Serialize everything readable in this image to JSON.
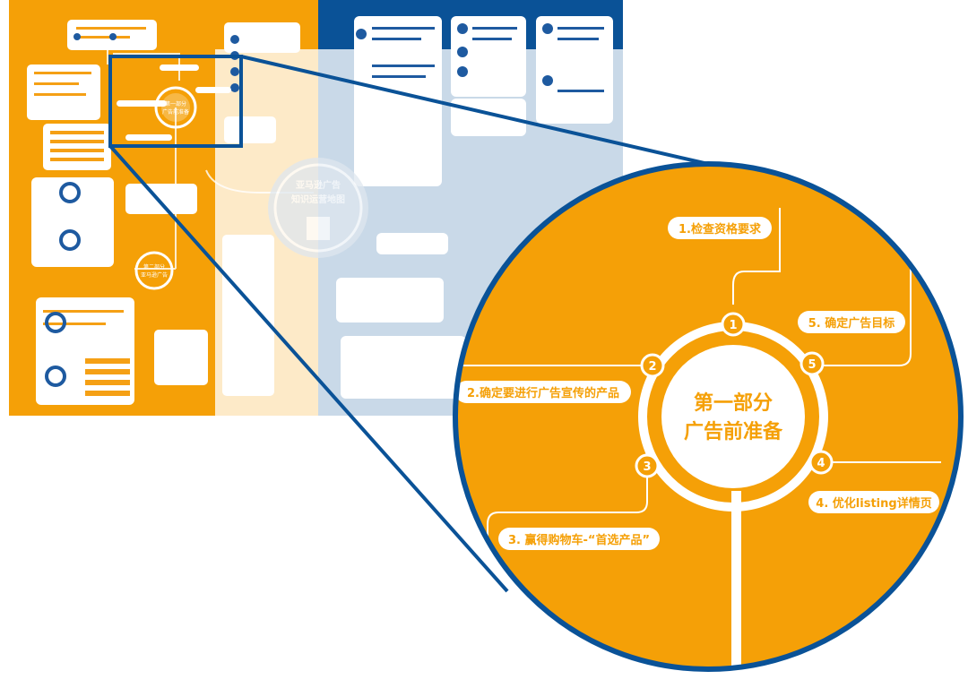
{
  "colors": {
    "orange": "#f5a007",
    "blue": "#0a5297",
    "white": "#ffffff",
    "pale_blue": "#dfe7ef",
    "pale_orange": "#fbe5bd"
  },
  "map": {
    "title_line1": "亚马逊广告",
    "title_line2": "知识运营地图"
  },
  "zoom": {
    "hub_line1": "第一部分",
    "hub_line2": "广告前准备",
    "steps": [
      {
        "num": "1",
        "label": "1.检查资格要求"
      },
      {
        "num": "2",
        "label": "2.确定要进行广告宣传的产品"
      },
      {
        "num": "3",
        "label": "3. 赢得购物车-“首选产品”"
      },
      {
        "num": "4",
        "label": "4. 优化listing详情页"
      },
      {
        "num": "5",
        "label": "5. 确定广告目标"
      }
    ]
  },
  "mini": {
    "part1_line1": "第一部分",
    "part1_line2": "广告前准备",
    "part2_line1": "第二部分",
    "part2_line2": "亚马逊广告"
  }
}
